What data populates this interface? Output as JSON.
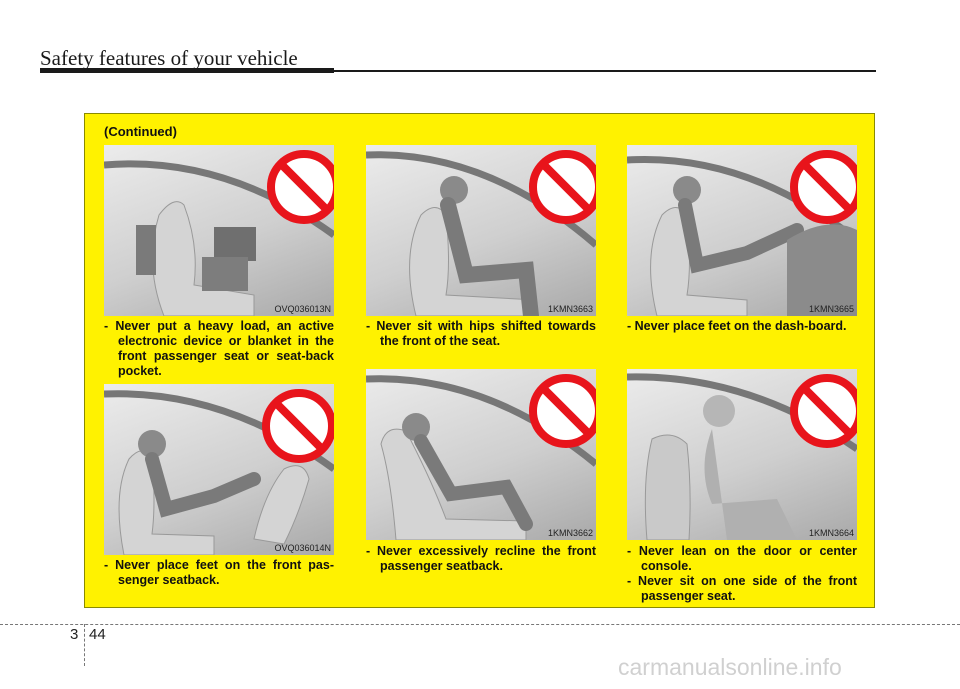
{
  "header": {
    "title": "Safety features of your vehicle"
  },
  "panel": {
    "continued": "(Continued)"
  },
  "figures": [
    {
      "code": "OVQ036013N",
      "icon": "no-symbol-icon"
    },
    {
      "code": "1KMN3663",
      "icon": "no-symbol-icon"
    },
    {
      "code": "1KMN3665",
      "icon": "no-symbol-icon"
    },
    {
      "code": "OVQ036014N",
      "icon": "no-symbol-icon"
    },
    {
      "code": "1KMN3662",
      "icon": "no-symbol-icon"
    },
    {
      "code": "1KMN3664",
      "icon": "no-symbol-icon"
    }
  ],
  "captions": [
    [
      "- Never put a heavy load, an active electronic device or blanket in the front passenger seat or seat-back pocket."
    ],
    [
      "- Never sit with hips shifted towards the front of the seat."
    ],
    [
      "- Never place feet on the dash-board."
    ],
    [
      "- Never place feet on the front pas-senger seatback."
    ],
    [
      "- Never excessively recline the front passenger seatback."
    ],
    [
      "- Never lean on the door or center console.",
      "- Never sit on one side of the front passenger seat."
    ]
  ],
  "footer": {
    "chapter": "3",
    "page": "44"
  },
  "watermark": "carmanualsonline.info",
  "colors": {
    "panel": "#fff200",
    "prohibition": "#e8141b"
  }
}
